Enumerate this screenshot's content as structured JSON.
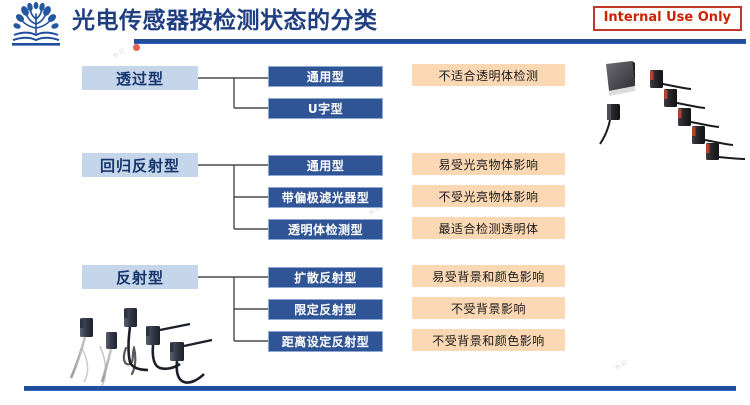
{
  "header": {
    "title": "光电传感器按检测状态的分类",
    "logo_icon": "tree-book-logo-icon",
    "badge": "Internal Use Only",
    "accent_color": "#1f4e9c",
    "badge_color": "#cc2200"
  },
  "footer": {
    "accent_color": "#1f4e9c"
  },
  "watermarks": {
    "top": "水印",
    "middle": "水印",
    "bottom": "水印"
  },
  "colors": {
    "category_fill": "#c5d6ea",
    "category_text": "#17356e",
    "type_fill": "#2f5597",
    "type_border": "#8ea9d2",
    "type_text": "#ffffff",
    "description_fill": "#fbd8b4",
    "description_text": "#1a1a1a",
    "connector": "#4a4a4a"
  },
  "diagram": {
    "groups": [
      {
        "category": "透过型",
        "types": [
          {
            "label": "通用型",
            "description": "不适合透明体检测"
          },
          {
            "label": "U字型",
            "description": ""
          }
        ]
      },
      {
        "category": "回归反射型",
        "types": [
          {
            "label": "通用型",
            "description": "易受光亮物体影响"
          },
          {
            "label": "带偏极滤光器型",
            "description": "不受光亮物体影响"
          },
          {
            "label": "透明体检测型",
            "description": "最适合检测透明体"
          }
        ]
      },
      {
        "category": "反射型",
        "types": [
          {
            "label": "扩散反射型",
            "description": "易受背景和颜色影响"
          },
          {
            "label": "限定反射型",
            "description": "不受背景影响"
          },
          {
            "label": "距离设定反射型",
            "description": "不受背景和颜色影响"
          }
        ]
      }
    ]
  },
  "photos": {
    "top_right": "photoelectric-sensor-array-photo",
    "bottom_left": "reflective-sensor-array-photo"
  }
}
